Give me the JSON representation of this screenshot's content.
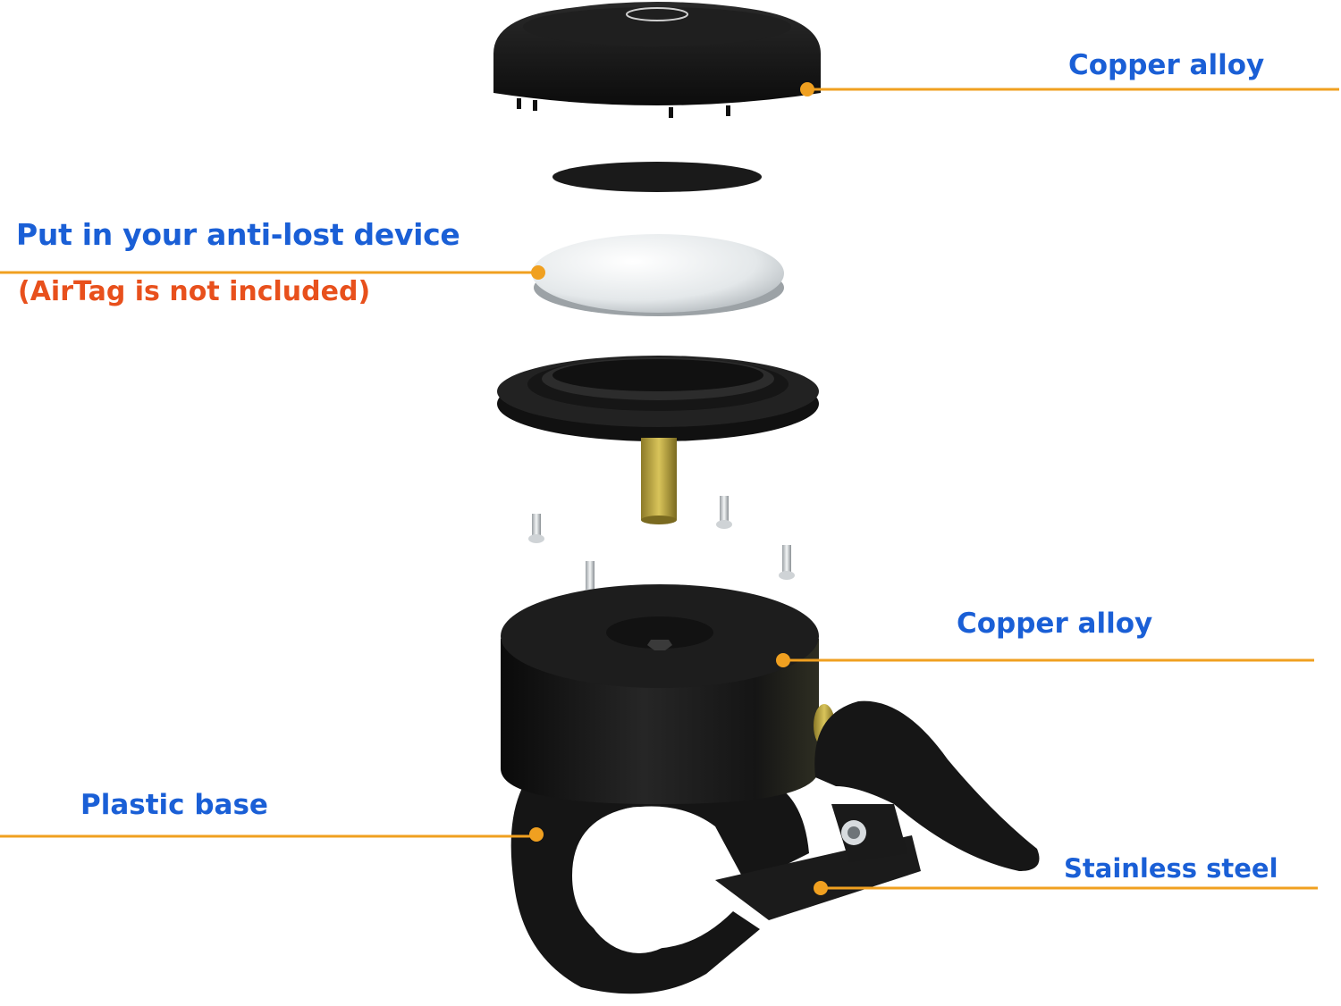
{
  "labels": {
    "top_part": "Copper alloy",
    "device_slot": "Put in your anti-lost device",
    "airtag_note": "(AirTag is not included)",
    "bell_body": "Copper alloy",
    "base": "Plastic base",
    "lever": "Stainless steel"
  },
  "colors": {
    "label_blue": "#1a5fd6",
    "note_orange": "#e8501c",
    "leader_line": "#f0a020",
    "part_black": "#141414",
    "brass": "#c9b24a",
    "airtag_white": "#e8ecee"
  }
}
